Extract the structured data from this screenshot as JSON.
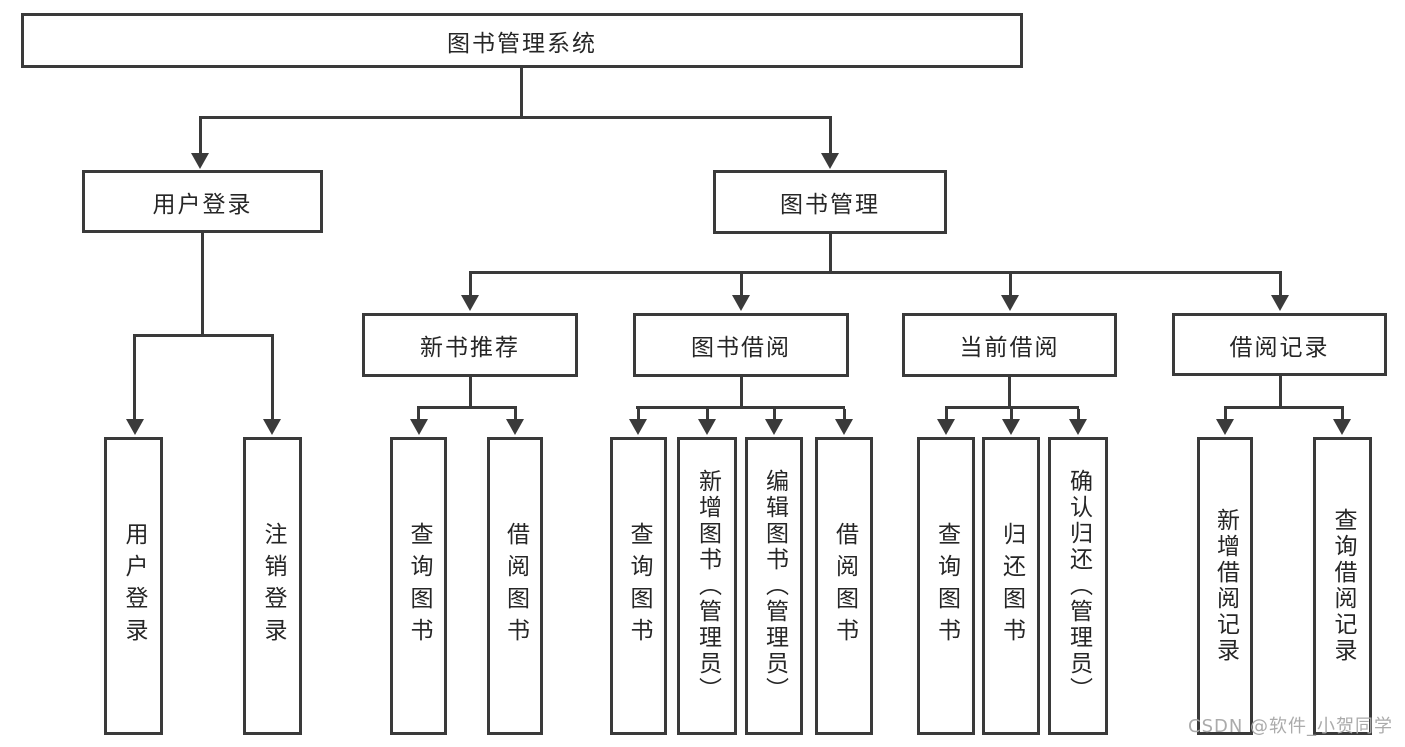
{
  "diagram": {
    "title_node": {
      "label": "图书管理系统"
    },
    "level1": [
      {
        "id": "user-login",
        "label": "用户登录"
      },
      {
        "id": "book-management",
        "label": "图书管理"
      }
    ],
    "level2": [
      {
        "id": "new-book-recommend",
        "label": "新书推荐"
      },
      {
        "id": "book-borrow",
        "label": "图书借阅"
      },
      {
        "id": "current-borrow",
        "label": "当前借阅"
      },
      {
        "id": "borrow-record",
        "label": "借阅记录"
      }
    ],
    "leaves": {
      "user_login": [
        "用户登录",
        "注销登录"
      ],
      "new_book_recommend": [
        "查询图书",
        "借阅图书"
      ],
      "book_borrow": [
        "查询图书",
        "新增图书（管理员）",
        "编辑图书（管理员）",
        "借阅图书"
      ],
      "current_borrow": [
        "查询图书",
        "归还图书",
        "确认归还（管理员）"
      ],
      "borrow_record": [
        "新增借阅记录",
        "查询借阅记录"
      ]
    }
  },
  "watermark": "CSDN @软件_小贺同学",
  "colors": {
    "line": "#3a3a3a",
    "text": "#262626",
    "watermark": "#ababab",
    "bg": "#ffffff"
  }
}
